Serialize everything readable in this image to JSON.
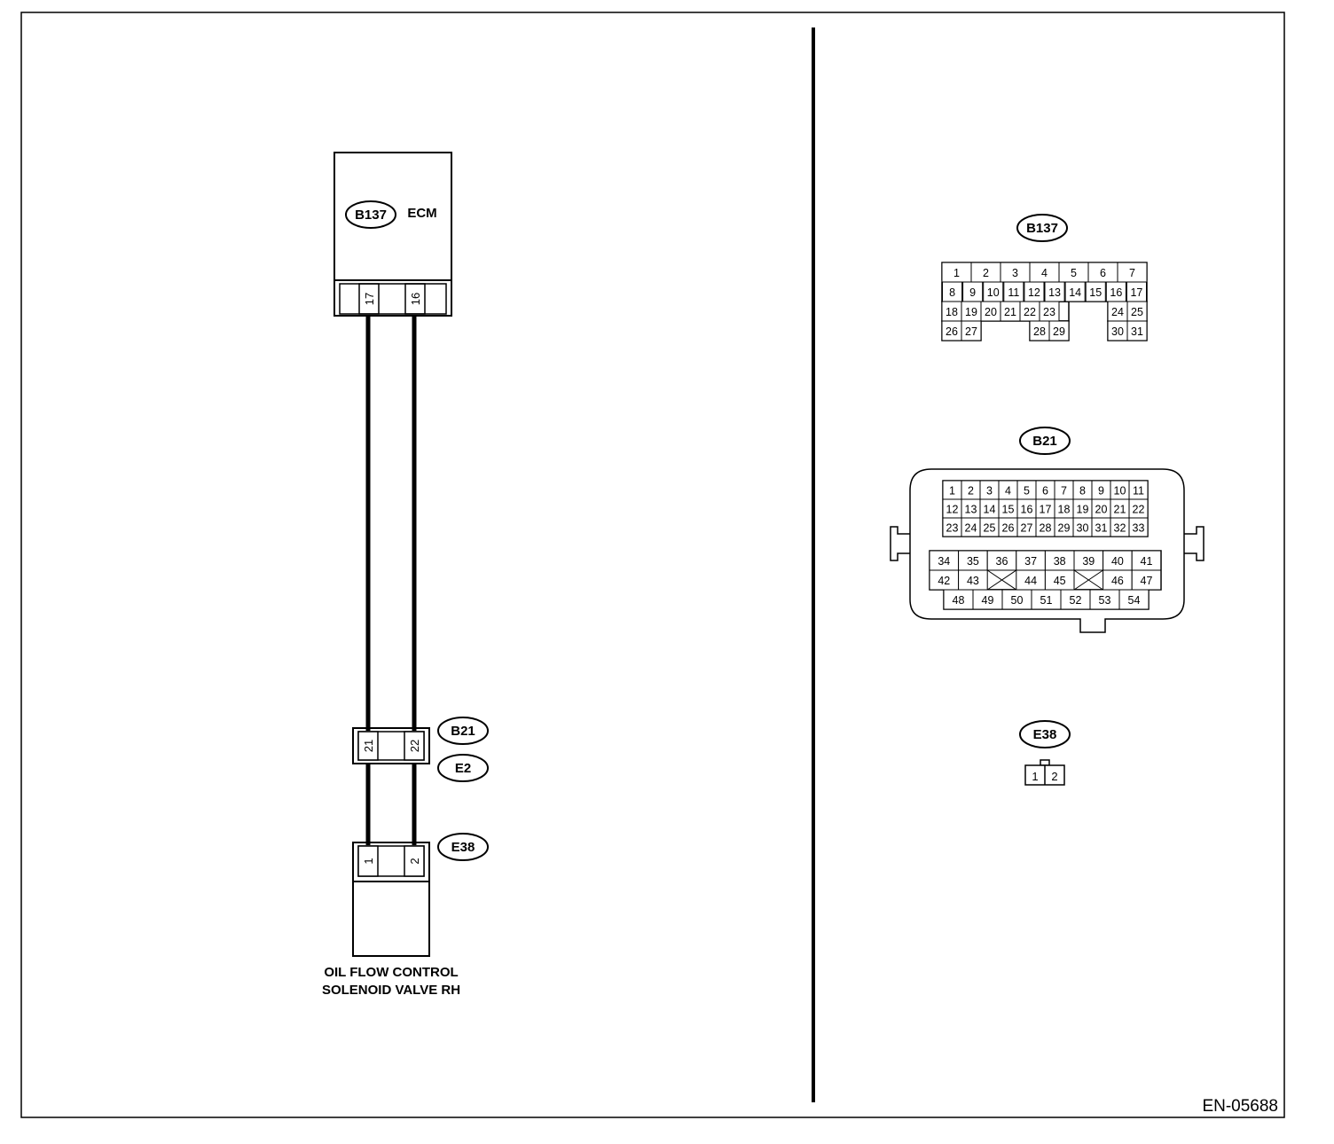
{
  "figure_id": "EN-05688",
  "ecm": {
    "connector": "B137",
    "label": "ECM",
    "pin_left": "17",
    "pin_right": "16"
  },
  "joint": {
    "connector_top": "B21",
    "connector_bottom": "E2",
    "pin_left": "21",
    "pin_right": "22"
  },
  "valve": {
    "connector": "E38",
    "pin_left": "1",
    "pin_right": "2",
    "name_line1": "OIL FLOW CONTROL",
    "name_line2": "SOLENOID VALVE RH"
  },
  "views": {
    "b137": {
      "label": "B137",
      "rows": [
        [
          "1",
          "2",
          "3",
          "4",
          "5",
          "6",
          "7"
        ],
        [
          "8",
          "9",
          "10",
          "11",
          "12",
          "13",
          "14",
          "15",
          "16",
          "17"
        ],
        [
          "18",
          "19",
          "20",
          "21",
          "22",
          "23",
          "24",
          "25"
        ],
        [
          "26",
          "27",
          "28",
          "29",
          "30",
          "31"
        ]
      ]
    },
    "b21": {
      "label": "B21",
      "rows": [
        [
          "1",
          "2",
          "3",
          "4",
          "5",
          "6",
          "7",
          "8",
          "9",
          "10",
          "11"
        ],
        [
          "12",
          "13",
          "14",
          "15",
          "16",
          "17",
          "18",
          "19",
          "20",
          "21",
          "22"
        ],
        [
          "23",
          "24",
          "25",
          "26",
          "27",
          "28",
          "29",
          "30",
          "31",
          "32",
          "33"
        ],
        [
          "34",
          "35",
          "36",
          "37",
          "38",
          "39",
          "40",
          "41"
        ],
        [
          "42",
          "43",
          "44",
          "45",
          "46",
          "47"
        ],
        [
          "48",
          "49",
          "50",
          "51",
          "52",
          "53",
          "54"
        ]
      ]
    },
    "e38": {
      "label": "E38",
      "pins": [
        "1",
        "2"
      ]
    }
  }
}
